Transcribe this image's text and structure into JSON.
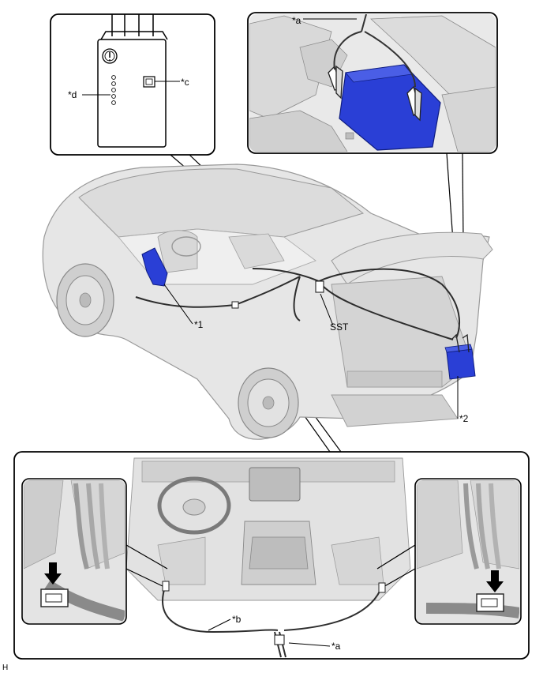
{
  "labels": {
    "a_top": "*a",
    "c": "*c",
    "d": "*d",
    "one": "*1",
    "two": "*2",
    "sst": "SST",
    "b": "*b",
    "a_bottom": "*a",
    "corner": "H"
  },
  "colors": {
    "background": "#ffffff",
    "line": "#000000",
    "car_fill": "#e6e6e6",
    "car_shade": "#d2d2d2",
    "battery_blue": "#2a3fd6",
    "detail_gray": "#bdbdbd",
    "cable": "#3a3a3a"
  }
}
